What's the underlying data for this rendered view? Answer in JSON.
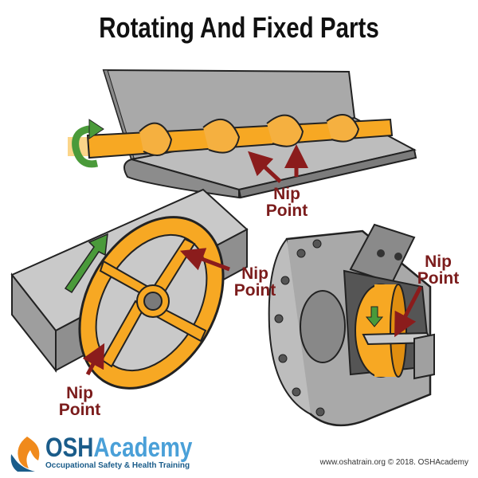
{
  "title": "Rotating And Fixed Parts",
  "labels": {
    "screw_nip": [
      "Nip",
      "Point"
    ],
    "wheel_nip_upper": [
      "Nip",
      "Point"
    ],
    "wheel_nip_lower": [
      "Nip",
      "Point"
    ],
    "grinder_nip": [
      "Nip",
      "Point"
    ]
  },
  "logo": {
    "brand_osh": "OSH",
    "brand_academy": "Academy",
    "tagline": "Occupational Safety & Health Training"
  },
  "credit": "www.oshatrain.org © 2018. OSHAcademy",
  "colors": {
    "machine_orange": "#f7a823",
    "metal_gray": "#9a9a9a",
    "arrow_red": "#8b1c1c",
    "rotation_green": "#4a9a3a",
    "brand_blue": "#1a5c8a",
    "brand_light_blue": "#4aa0d8",
    "brand_orange": "#f08a1c"
  },
  "icons": [
    "rotation-arrow-icon",
    "direction-arrow-icon",
    "flame-logo-icon"
  ]
}
